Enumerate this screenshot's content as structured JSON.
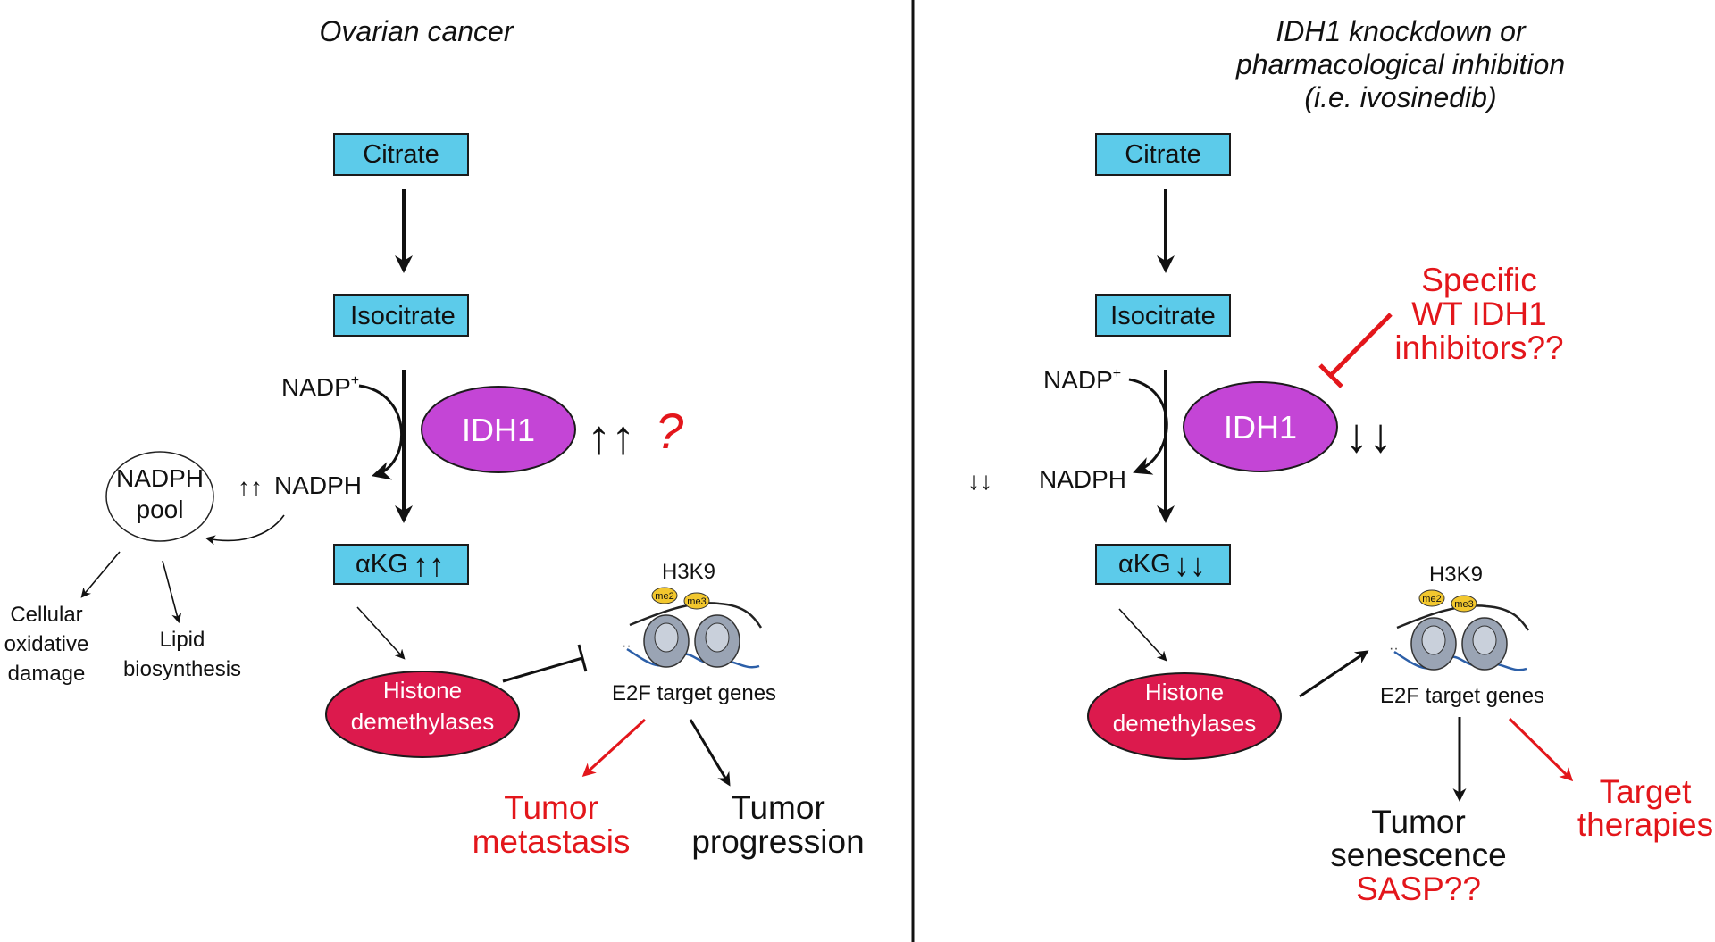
{
  "colors": {
    "box_fill": "#5ccbea",
    "idh1_fill": "#c445d6",
    "demethylase_fill": "#dc1a4d",
    "red_text": "#e3161b",
    "black": "#111111",
    "me_badge": "#f2c72e",
    "nucleosome": "#9aa4b4",
    "dna": "#2c5fa8"
  },
  "left": {
    "header": "Ovarian cancer",
    "citrate": "Citrate",
    "isocitrate": "Isocitrate",
    "nadp": "NADP",
    "nadp_sup": "+",
    "nadph": "NADPH",
    "nadph_up": "↑↑",
    "idh1": "IDH1",
    "idh1_up": "↑↑",
    "question": "?",
    "akg": "αKG",
    "akg_up": "↑↑",
    "pool_line1": "NADPH",
    "pool_line2": "pool",
    "cellular_line1": "Cellular",
    "cellular_line2": "oxidative",
    "cellular_line3": "damage",
    "lipid_line1": "Lipid",
    "lipid_line2": "biosynthesis",
    "histone_line1": "Histone",
    "histone_line2": "demethylases",
    "h3k9": "H3K9",
    "me2": "me2",
    "me3": "me3",
    "e2f": "E2F target genes",
    "metastasis_line1": "Tumor",
    "metastasis_line2": "metastasis",
    "progression_line1": "Tumor",
    "progression_line2": "progression"
  },
  "right": {
    "header_line1": "IDH1 knockdown or",
    "header_line2": "pharmacological inhibition",
    "header_line3": "(i.e. ivosinedib)",
    "citrate": "Citrate",
    "isocitrate": "Isocitrate",
    "nadp": "NADP",
    "nadp_sup": "+",
    "nadph": "NADPH",
    "nadph_down": "↓↓",
    "idh1": "IDH1",
    "idh1_down": "↓↓",
    "inhibitor_line1": "Specific",
    "inhibitor_line2": "WT IDH1",
    "inhibitor_line3": "inhibitors??",
    "akg": "αKG",
    "akg_down": "↓↓",
    "histone_line1": "Histone",
    "histone_line2": "demethylases",
    "h3k9": "H3K9",
    "me2": "me2",
    "me3": "me3",
    "e2f": "E2F target genes",
    "senescence_line1": "Tumor",
    "senescence_line2": "senescence",
    "senescence_line3": "SASP??",
    "target_line1": "Target",
    "target_line2": "therapies"
  }
}
